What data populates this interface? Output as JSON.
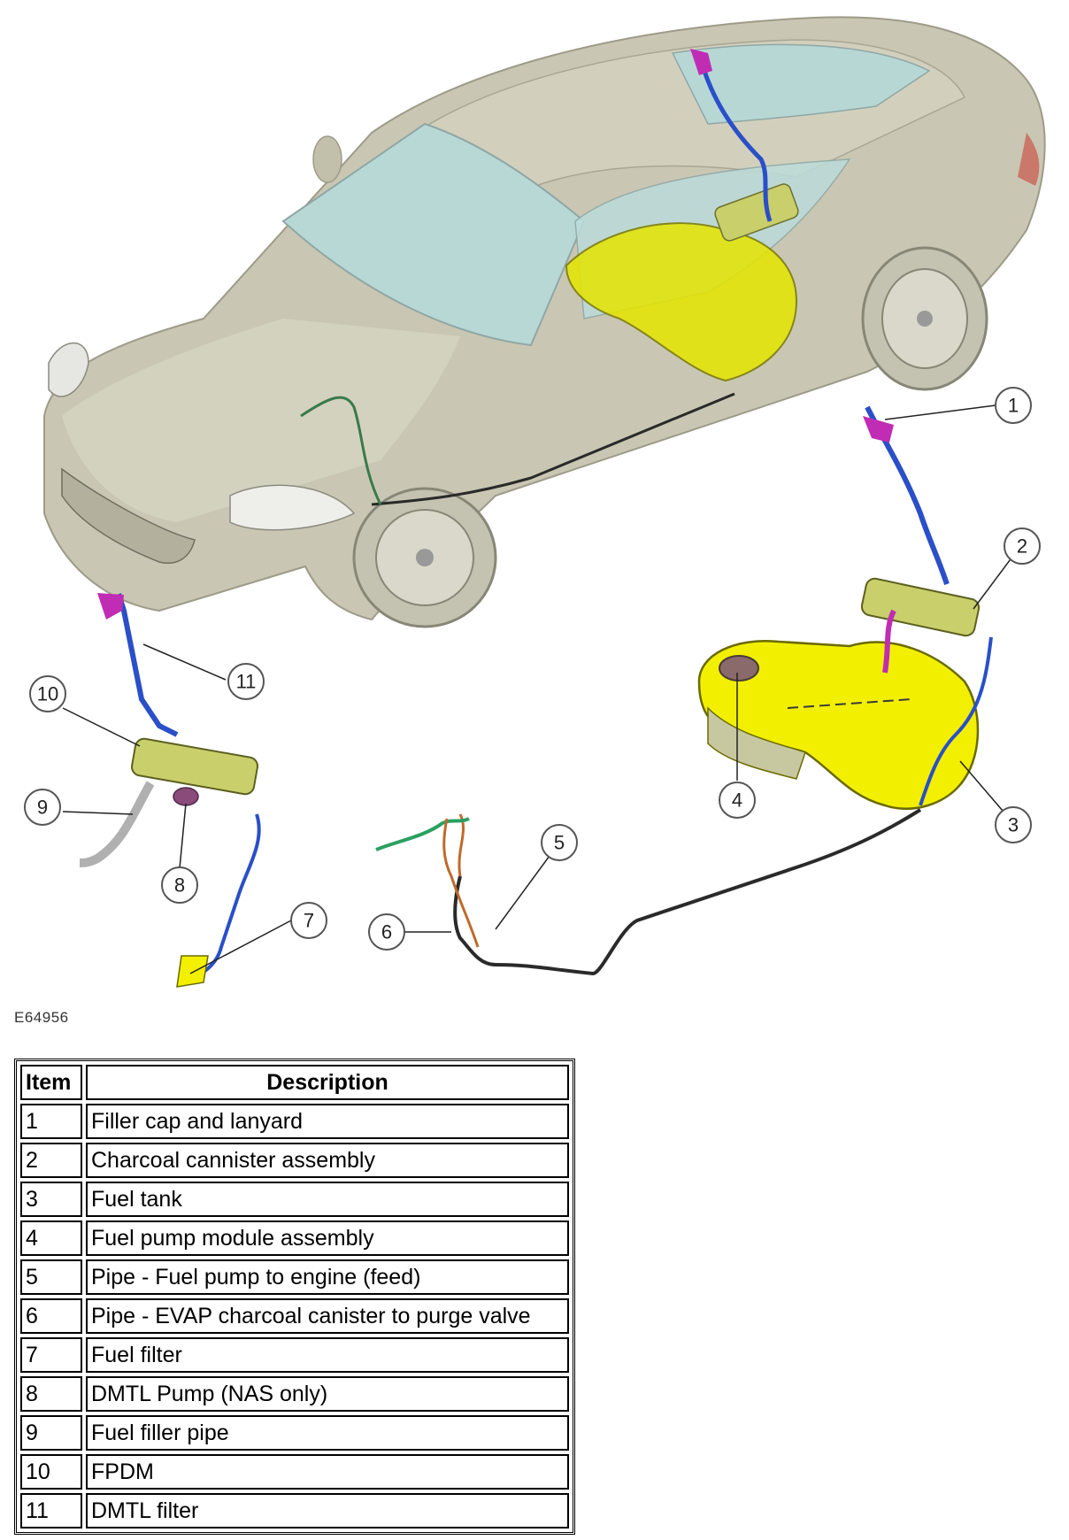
{
  "figure": {
    "reference_code": "E64956",
    "callouts": [
      "1",
      "2",
      "3",
      "4",
      "5",
      "6",
      "7",
      "8",
      "9",
      "10",
      "11"
    ]
  },
  "legend": {
    "header_item": "Item",
    "header_description": "Description",
    "rows": [
      {
        "item": "1",
        "description": "Filler cap and lanyard"
      },
      {
        "item": "2",
        "description": "Charcoal cannister assembly"
      },
      {
        "item": "3",
        "description": "Fuel tank"
      },
      {
        "item": "4",
        "description": "Fuel pump module assembly"
      },
      {
        "item": "5",
        "description": "Pipe - Fuel pump to engine (feed)"
      },
      {
        "item": "6",
        "description": "Pipe - EVAP charcoal canister to purge valve"
      },
      {
        "item": "7",
        "description": "Fuel filter"
      },
      {
        "item": "8",
        "description": "DMTL Pump (NAS only)"
      },
      {
        "item": "9",
        "description": "Fuel filler pipe"
      },
      {
        "item": "10",
        "description": "FPDM"
      },
      {
        "item": "11",
        "description": "DMTL filter"
      }
    ]
  },
  "colors": {
    "car_body": "#c8c6b2",
    "glass": "#b8d8d6",
    "fuel_tank": "#f2f000",
    "canister": "#c9cf6a",
    "filler_neck": "#c02cb4",
    "pipe_blue": "#2a4fc8",
    "pipe_dark": "#2a2a2a"
  }
}
